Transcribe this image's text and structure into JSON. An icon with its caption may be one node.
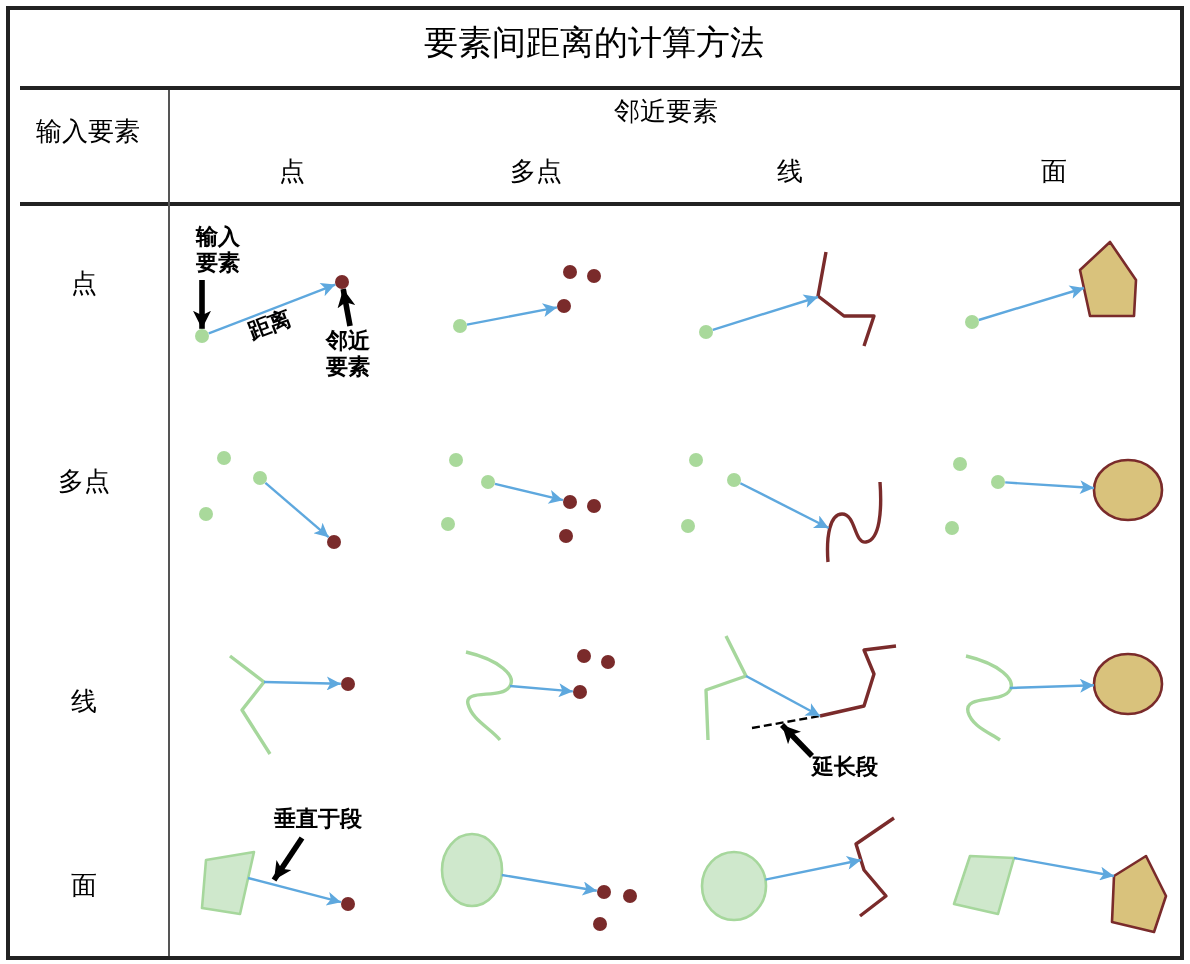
{
  "diagram": {
    "title": "要素间距离的计算方法",
    "nodes": [
      {
        "text": [
          "输入要素"
        ]
      },
      {
        "text": [],
        "shape": "circle"
      },
      {
        "text": [],
        "shape": "circle"
      },
      {
        "text": [
          "邻近要素"
        ]
      },
      {
        "text": [],
        "shape": "circle"
      },
      {
        "text": [],
        "shape": "circle"
      },
      {
        "text": [],
        "shape": "circle"
      },
      {
        "text": [],
        "shape": "line"
      },
      {
        "text": [],
        "shape": "circle"
      },
      {
        "text": [],
        "shape": "polygon"
      },
      {
        "text": [],
        "shape": "circle"
      },
      {
        "text": [],
        "shape": "circle"
      },
      {
        "text": [],
        "shape": "circle"
      },
      {
        "text": [],
        "shape": "circle"
      },
      {
        "text": [],
        "shape": "circle"
      },
      {
        "text": [],
        "shape": "line"
      },
      {
        "text": [],
        "shape": "circle"
      },
      {
        "text": [],
        "shape": "ellipse"
      },
      {
        "text": [],
        "shape": "line"
      },
      {
        "text": [],
        "shape": "circle"
      },
      {
        "text": [],
        "shape": "line"
      },
      {
        "text": [],
        "shape": "circle"
      },
      {
        "text": [],
        "shape": "line"
      },
      {
        "text": [],
        "shape": "line"
      },
      {
        "text": [],
        "shape": "line"
      },
      {
        "text": [
          "延长段"
        ]
      },
      {
        "text": [],
        "shape": "line"
      },
      {
        "text": [],
        "shape": "ellipse"
      },
      {
        "text": [
          "垂直于段"
        ]
      },
      {
        "text": [],
        "shape": "polygon"
      },
      {
        "text": [],
        "shape": "circle"
      },
      {
        "text": [],
        "shape": "ellipse"
      },
      {
        "text": [],
        "shape": "circle"
      },
      {
        "text": [],
        "shape": "ellipse"
      },
      {
        "text": [],
        "shape": "line"
      },
      {
        "text": [],
        "shape": "polygon"
      },
      {
        "text": [],
        "shape": "polygon"
      }
    ],
    "edges": [
      {
        "from": 0,
        "to": 1,
        "arrow": "to",
        "style": "thick",
        "color": "#000000"
      },
      {
        "from": 1,
        "to": 2,
        "arrow": "to",
        "label": "距离"
      },
      {
        "from": 3,
        "to": 2,
        "arrow": "to",
        "style": "thick",
        "color": "#000000"
      },
      {
        "from": 4,
        "to": 5,
        "arrow": "to"
      },
      {
        "from": 6,
        "to": 7,
        "arrow": "to"
      },
      {
        "from": 8,
        "to": 9,
        "arrow": "to"
      },
      {
        "from": 10,
        "to": 11,
        "arrow": "to"
      },
      {
        "from": 12,
        "to": 13,
        "arrow": "to"
      },
      {
        "from": 14,
        "to": 15,
        "arrow": "to"
      },
      {
        "from": 16,
        "to": 17,
        "arrow": "to"
      },
      {
        "from": 18,
        "to": 19,
        "arrow": "to"
      },
      {
        "from": 20,
        "to": 21,
        "arrow": "to"
      },
      {
        "from": 22,
        "to": 23,
        "arrow": "to"
      },
      {
        "from": 25,
        "to": 24,
        "arrow": "to",
        "style": "thick",
        "color": "#000000"
      },
      {
        "from": 26,
        "to": 27,
        "arrow": "to"
      },
      {
        "from": 28,
        "to": null,
        "arrow": "to",
        "style": "thick",
        "color": "#000000"
      },
      {
        "from": 29,
        "to": 30,
        "arrow": "to"
      },
      {
        "from": 31,
        "to": 32,
        "arrow": "to"
      },
      {
        "from": 33,
        "to": 34,
        "arrow": "to"
      },
      {
        "from": 35,
        "to": 36,
        "arrow": "to"
      }
    ],
    "labels": [
      "输入要素",
      "邻近要素",
      "点",
      "多点",
      "线",
      "面",
      "点",
      "多点",
      "线",
      "面"
    ]
  }
}
